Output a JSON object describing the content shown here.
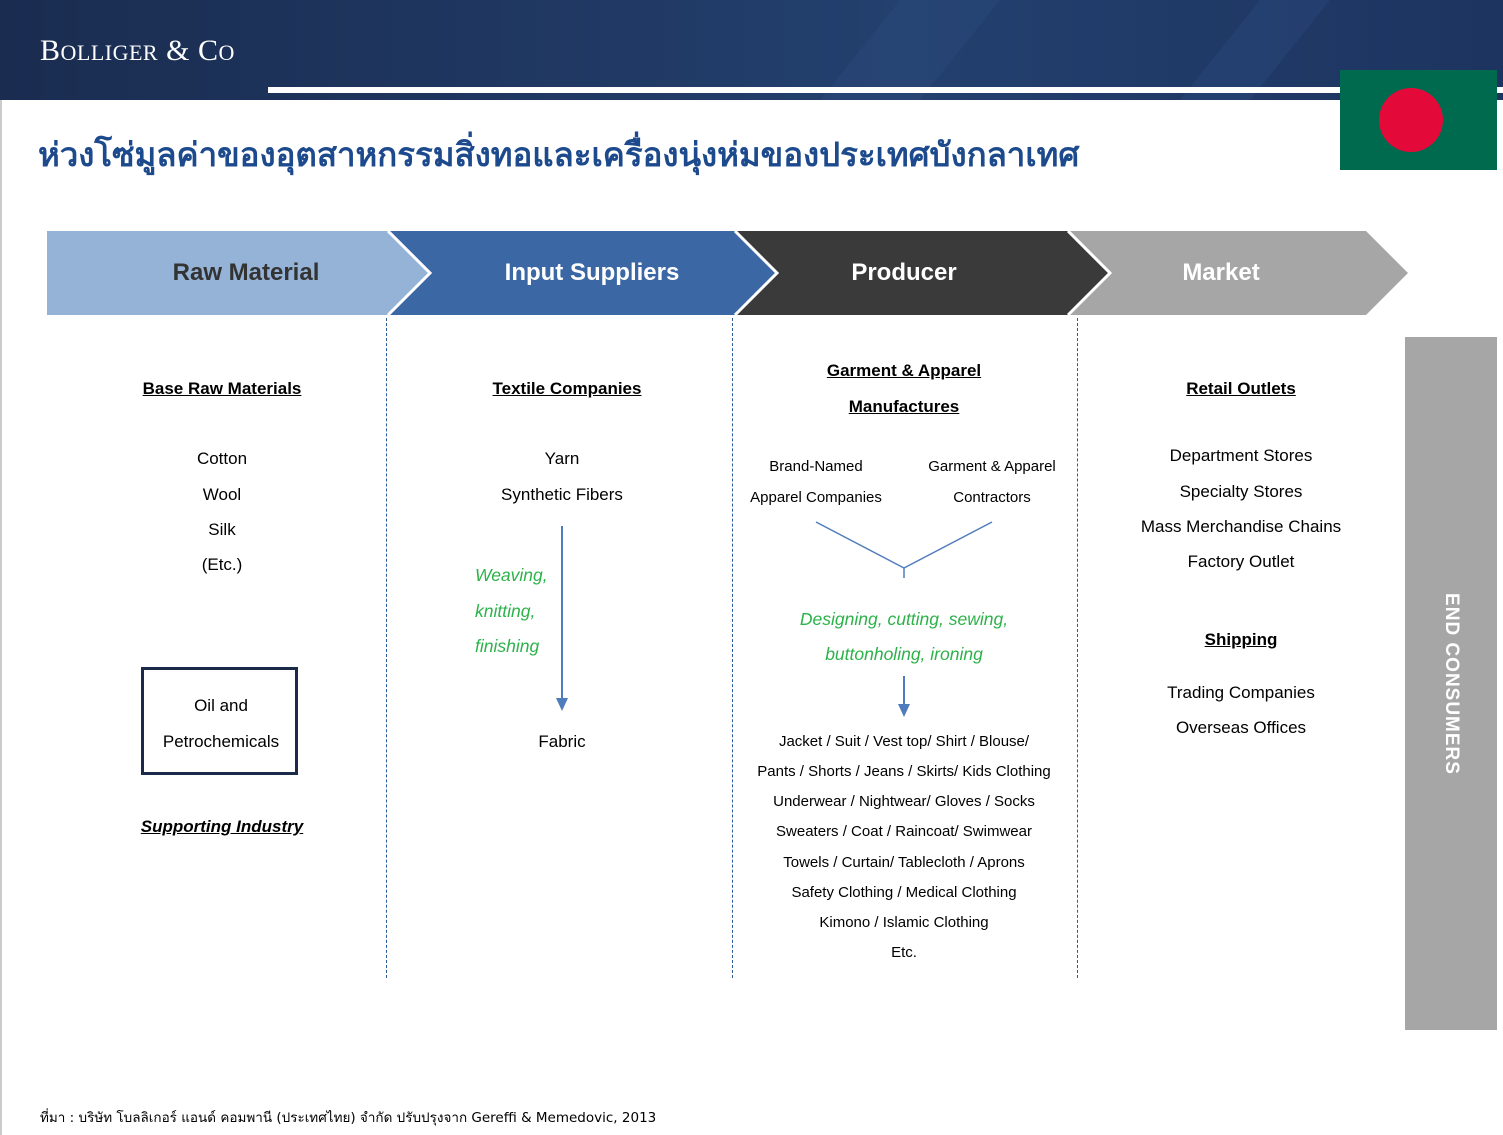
{
  "brand": {
    "logo_first": "B",
    "logo_rest": "OLLIGER",
    "logo_amp": " & ",
    "logo_c": "C",
    "logo_o": "O"
  },
  "title": "ห่วงโซ่มูลค่าของอุตสาหกรรมสิ่งทอและเครื่องนุ่งห่มของประเทศบังกลาเทศ",
  "colors": {
    "header_navy": "#1b2f55",
    "stage_raw": "#95b3d7",
    "stage_input": "#3b68a5",
    "stage_producer": "#3a3a3a",
    "stage_market": "#a6a6a6",
    "flag_green": "#006a4e",
    "flag_red": "#e30a3a",
    "process_green": "#2db24a"
  },
  "stages": [
    {
      "label": "Raw Material"
    },
    {
      "label": "Input Suppliers"
    },
    {
      "label": "Producer"
    },
    {
      "label": "Market"
    }
  ],
  "raw": {
    "heading": "Base Raw Materials",
    "items": [
      "Cotton",
      "Wool",
      "Silk",
      "(Etc.)"
    ],
    "box_line1": "Oil and",
    "box_line2": "Petrochemicals",
    "supporting": "Supporting Industry"
  },
  "input": {
    "heading": "Textile Companies",
    "items": [
      "Yarn",
      "Synthetic Fibers"
    ],
    "process": [
      "Weaving,",
      "knitting,",
      "finishing"
    ],
    "output": "Fabric"
  },
  "producer": {
    "heading_line1": "Garment & Apparel",
    "heading_line2": "Manufactures",
    "left_line1": "Brand-Named",
    "left_line2": "Apparel Companies",
    "right_line1": "Garment & Apparel",
    "right_line2": "Contractors",
    "process_line1": "Designing, cutting, sewing,",
    "process_line2": "buttonholing, ironing",
    "products": [
      "Jacket / Suit / Vest top/ Shirt / Blouse/",
      "Pants / Shorts / Jeans / Skirts/ Kids Clothing",
      "Underwear / Nightwear/ Gloves / Socks",
      "Sweaters / Coat / Raincoat/ Swimwear",
      "Towels / Curtain/ Tablecloth / Aprons",
      "Safety Clothing / Medical Clothing",
      "Kimono / Islamic Clothing",
      "Etc."
    ]
  },
  "market": {
    "retail_heading": "Retail Outlets",
    "retail_items": [
      "Department Stores",
      "Specialty Stores",
      "Mass Merchandise Chains",
      "Factory Outlet"
    ],
    "shipping_heading": "Shipping",
    "shipping_items": [
      "Trading Companies",
      "Overseas Offices"
    ]
  },
  "end_consumers": "END CONSUMERS",
  "source": "ที่มา : บริษัท โบลลิเกอร์ แอนด์ คอมพานี (ประเทศไทย) จำกัด ปรับปรุงจาก Gereffi & Memedovic, 2013"
}
